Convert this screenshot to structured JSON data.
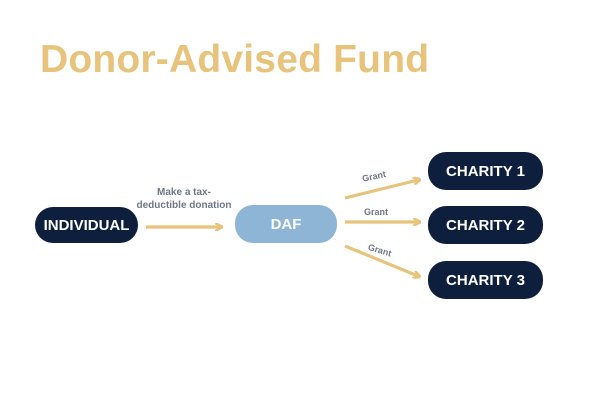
{
  "title": "Donor-Advised Fund",
  "nodes": {
    "individual": "INDIVIDUAL",
    "daf": "DAF",
    "charity1": "CHARITY 1",
    "charity2": "CHARITY 2",
    "charity3": "CHARITY 3"
  },
  "edges": {
    "donation_line1": "Make a tax-",
    "donation_line2": "deductible donation",
    "grant1": "Grant",
    "grant2": "Grant",
    "grant3": "Grant"
  },
  "colors": {
    "title": "#e7c37c",
    "arrow": "#e7c37c",
    "node_dark": "#0e1f3d",
    "node_daf": "#8eb4d6",
    "edge_label": "#707784"
  }
}
